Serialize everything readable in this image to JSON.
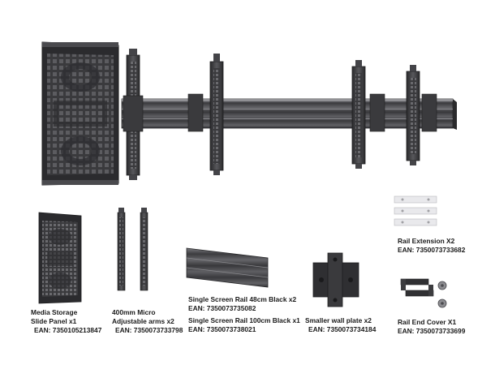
{
  "colors": {
    "metal_dark": "#2d2d2f",
    "metal_mid": "#4a4a4d",
    "metal_light": "#6b6b6f",
    "rail_highlight": "#8a8a8e",
    "plastic_white": "#e9e9ec",
    "text": "#1a1a1a"
  },
  "items": [
    {
      "id": "media-storage",
      "line1": "Media Storage",
      "line2": "Slide Panel x1",
      "ean": "EAN: 7350105213847"
    },
    {
      "id": "micro-arms",
      "line1": "400mm Micro",
      "line2": "Adjustable arms x2",
      "ean": "EAN: 7350073733798"
    },
    {
      "id": "rail-48",
      "line1": "Single Screen Rail 48cm Black x2",
      "ean": "EAN: 7350073735082"
    },
    {
      "id": "rail-100",
      "line1": "Single Screen Rail 100cm Black x1",
      "ean": "EAN: 7350073738021"
    },
    {
      "id": "wall-plate",
      "line1": "Smaller wall plate x2",
      "ean": "EAN: 7350073734184"
    },
    {
      "id": "rail-extension",
      "line1": "Rail Extension X2",
      "ean": "EAN: 7350073733682"
    },
    {
      "id": "end-cover",
      "line1": "Rail End Cover X1",
      "ean": "EAN: 7350073733699"
    }
  ]
}
